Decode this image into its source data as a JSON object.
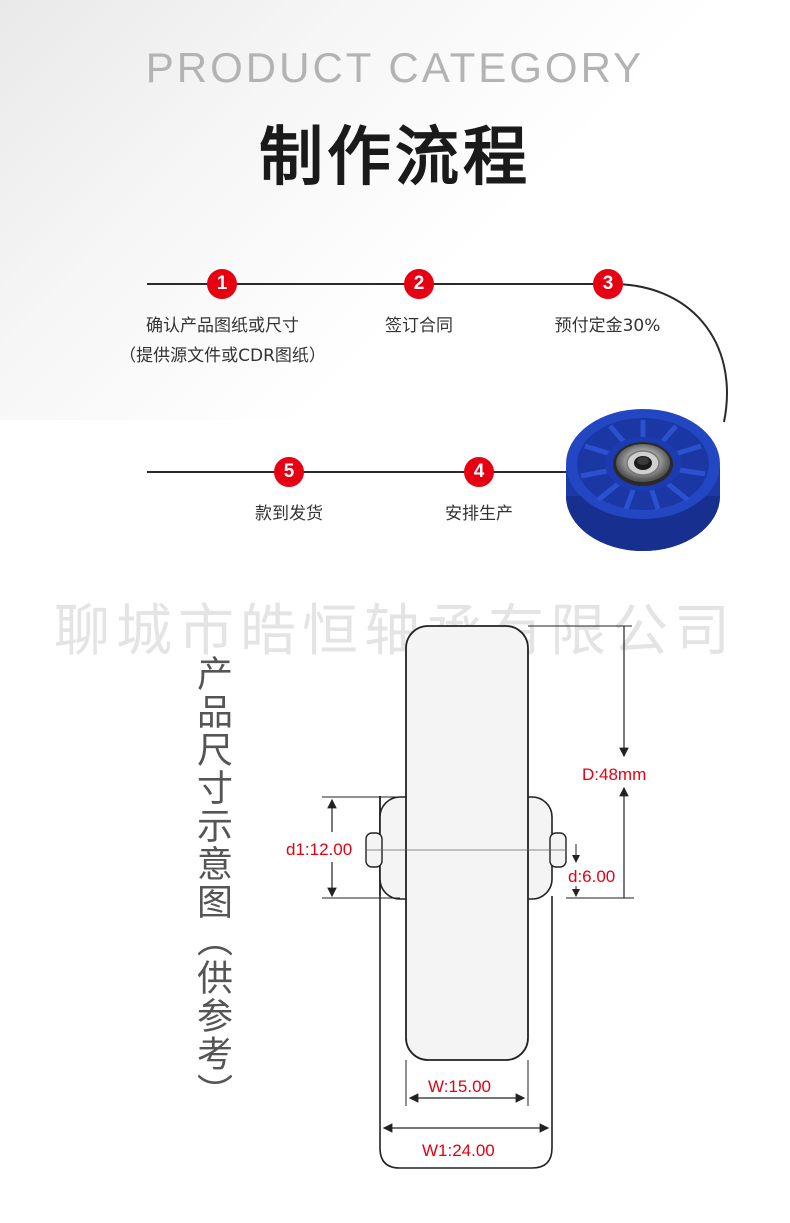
{
  "header": {
    "subtitle_en": "PRODUCT CATEGORY",
    "title_cn": "制作流程"
  },
  "process": {
    "steps": [
      {
        "number": "1",
        "line1": "确认产品图纸或尺寸",
        "line2": "（提供源文件或CDR图纸）"
      },
      {
        "number": "2",
        "line1": "签订合同"
      },
      {
        "number": "3",
        "line1": "预付定金30%"
      },
      {
        "number": "4",
        "line1": "安排生产"
      },
      {
        "number": "5",
        "line1": "款到发货"
      }
    ]
  },
  "watermark": "聊城市皓恒轴承有限公司",
  "diagram": {
    "title_vertical": "产品尺寸示意图（供参考）",
    "dimensions": {
      "D": "D:48mm",
      "d1": "d1:12.00",
      "d": "d:6.00",
      "W": "W:15.00",
      "W1": "W1:24.00"
    }
  },
  "colors": {
    "accent_red": "#e60012",
    "wheel_blue": "#1e3fae"
  }
}
